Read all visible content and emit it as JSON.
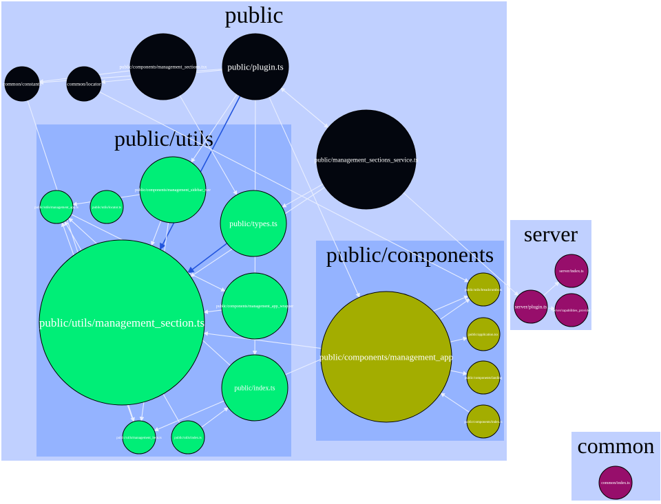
{
  "clusters": {
    "public": "public",
    "public_utils": "public/utils",
    "public_components": "public/components",
    "server": "server",
    "common": "common"
  },
  "colors": {
    "root": "#03060e",
    "utils": "#00ee77",
    "components": "#a3ad00",
    "server": "#970e6b",
    "edge": "#e8eeff",
    "edge_highlight": "#2255dd"
  },
  "nodes": [
    {
      "id": "common_constants",
      "label": "common/constants",
      "group": "root"
    },
    {
      "id": "common_locator",
      "label": "common/locator",
      "group": "root"
    },
    {
      "id": "comp_mgmt_sections",
      "label": "public/components/management_sections.tsx",
      "group": "root"
    },
    {
      "id": "public_plugin",
      "label": "public/plugin.ts",
      "group": "root"
    },
    {
      "id": "mgmt_sections_service",
      "label": "public/management_sections_service.ts",
      "group": "root"
    },
    {
      "id": "utils_mgmt_app",
      "label": "public/utils/management_app.ts",
      "group": "utils"
    },
    {
      "id": "utils_locator",
      "label": "public/utils/locator.ts",
      "group": "utils"
    },
    {
      "id": "comp_sidebar_nav",
      "label": "public/components/management_sidebar_nav",
      "group": "utils"
    },
    {
      "id": "public_types",
      "label": "public/types.ts",
      "group": "utils"
    },
    {
      "id": "utils_mgmt_section",
      "label": "public/utils/management_section.ts",
      "group": "utils"
    },
    {
      "id": "comp_app_wrapper",
      "label": "public/components/management_app_wrapper",
      "group": "utils"
    },
    {
      "id": "public_index",
      "label": "public/index.ts",
      "group": "utils"
    },
    {
      "id": "utils_mgmt_item",
      "label": "public/utils/management_item.ts",
      "group": "utils"
    },
    {
      "id": "utils_index",
      "label": "public/utils/index.ts",
      "group": "utils"
    },
    {
      "id": "utils_breadcrumbs",
      "label": "public/utils/breadcrumbs.ts",
      "group": "components"
    },
    {
      "id": "comp_mgmt_app",
      "label": "public/components/management_app",
      "group": "components"
    },
    {
      "id": "utils_application",
      "label": "public/application.tsx",
      "group": "components"
    },
    {
      "id": "comp_landing",
      "label": "public/components/landing",
      "group": "components"
    },
    {
      "id": "comp_index",
      "label": "public/components/index.ts",
      "group": "components"
    },
    {
      "id": "server_index",
      "label": "server/index.ts",
      "group": "server"
    },
    {
      "id": "server_plugin",
      "label": "server/plugin.ts",
      "group": "server"
    },
    {
      "id": "server_capabilities",
      "label": "server/capabilities_provider",
      "group": "server"
    },
    {
      "id": "common_index",
      "label": "common/index.ts",
      "group": "server"
    }
  ],
  "edges": [
    {
      "from": "public_plugin",
      "to": "common_constants"
    },
    {
      "from": "public_plugin",
      "to": "common_locator"
    },
    {
      "from": "comp_mgmt_sections",
      "to": "common_constants"
    },
    {
      "from": "public_plugin",
      "to": "mgmt_sections_service"
    },
    {
      "from": "mgmt_sections_service",
      "to": "public_plugin"
    },
    {
      "from": "public_plugin",
      "to": "comp_sidebar_nav"
    },
    {
      "from": "public_plugin",
      "to": "public_index"
    },
    {
      "from": "public_plugin",
      "to": "utils_mgmt_section",
      "highlight": true
    },
    {
      "from": "comp_mgmt_sections",
      "to": "public_types"
    },
    {
      "from": "common_constants",
      "to": "utils_mgmt_item"
    },
    {
      "from": "common_locator",
      "to": "utils_breadcrumbs"
    },
    {
      "from": "mgmt_sections_service",
      "to": "public_types"
    },
    {
      "from": "mgmt_sections_service",
      "to": "utils_mgmt_section"
    },
    {
      "from": "public_types",
      "to": "utils_mgmt_section",
      "highlight": true
    },
    {
      "from": "comp_sidebar_nav",
      "to": "utils_mgmt_app"
    },
    {
      "from": "comp_sidebar_nav",
      "to": "utils_mgmt_section"
    },
    {
      "from": "comp_sidebar_nav",
      "to": "utils_mgmt_item"
    },
    {
      "from": "utils_mgmt_app",
      "to": "comp_app_wrapper"
    },
    {
      "from": "public_index",
      "to": "utils_mgmt_app"
    },
    {
      "from": "public_index",
      "to": "utils_mgmt_item"
    },
    {
      "from": "public_index",
      "to": "utils_breadcrumbs"
    },
    {
      "from": "utils_index",
      "to": "utils_mgmt_app"
    },
    {
      "from": "utils_index",
      "to": "public_index"
    },
    {
      "from": "utils_mgmt_item",
      "to": "utils_mgmt_app"
    },
    {
      "from": "comp_app_wrapper",
      "to": "utils_mgmt_section"
    },
    {
      "from": "comp_mgmt_app",
      "to": "utils_mgmt_section"
    },
    {
      "from": "comp_mgmt_app",
      "to": "utils_breadcrumbs"
    },
    {
      "from": "comp_mgmt_app",
      "to": "utils_application"
    },
    {
      "from": "comp_mgmt_app",
      "to": "comp_landing"
    },
    {
      "from": "comp_index",
      "to": "comp_mgmt_app"
    },
    {
      "from": "public_plugin",
      "to": "comp_mgmt_app"
    },
    {
      "from": "server_plugin",
      "to": "server_index"
    },
    {
      "from": "mgmt_sections_service",
      "to": "server_plugin"
    },
    {
      "from": "server_plugin",
      "to": "server_capabilities"
    }
  ]
}
